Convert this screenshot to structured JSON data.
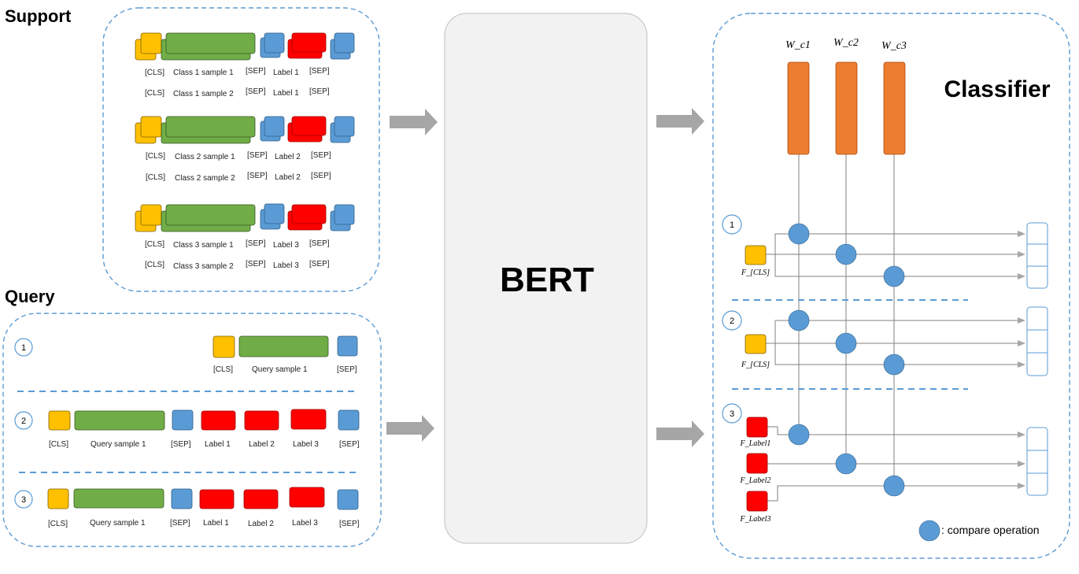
{
  "support": {
    "title": "Support",
    "rows": [
      {
        "cls": "[CLS]",
        "sample": "Class 1 sample 1",
        "sep1": "[SEP]",
        "label": "Label 1",
        "sep2": "[SEP]"
      },
      {
        "cls": "[CLS]",
        "sample": "Class 1 sample 2",
        "sep1": "[SEP]",
        "label": "Label 1",
        "sep2": "[SEP]"
      },
      {
        "cls": "[CLS]",
        "sample": "Class 2 sample 1",
        "sep1": "[SEP]",
        "label": "Label 2",
        "sep2": "[SEP]"
      },
      {
        "cls": "[CLS]",
        "sample": "Class 2 sample 2",
        "sep1": "[SEP]",
        "label": "Label 2",
        "sep2": "[SEP]"
      },
      {
        "cls": "[CLS]",
        "sample": "Class 3 sample 1",
        "sep1": "[SEP]",
        "label": "Label 3",
        "sep2": "[SEP]"
      },
      {
        "cls": "[CLS]",
        "sample": "Class 3 sample 2",
        "sep1": "[SEP]",
        "label": "Label 3",
        "sep2": "[SEP]"
      }
    ]
  },
  "query": {
    "title": "Query",
    "q1": {
      "num": "1",
      "cls": "[CLS]",
      "sample": "Query sample 1",
      "sep": "[SEP]"
    },
    "q2": {
      "num": "2",
      "cls": "[CLS]",
      "sample": "Query sample 1",
      "sep1": "[SEP]",
      "label1": "Label 1",
      "label2": "Label 2",
      "label3": "Label 3",
      "sep2": "[SEP]"
    },
    "q3": {
      "num": "3",
      "cls": "[CLS]",
      "sample": "Query sample 1",
      "sep1": "[SEP]",
      "label1": "Label 1",
      "label2": "Label 2",
      "label3": "Label 3",
      "sep2": "[SEP]"
    }
  },
  "bert": {
    "label": "BERT"
  },
  "classifier": {
    "title": "Classifier",
    "weights": [
      "W_c1",
      "W_c2",
      "W_c3"
    ],
    "sections": [
      {
        "num": "1",
        "features": [
          "F_[CLS]"
        ]
      },
      {
        "num": "2",
        "features": [
          "F_[CLS]"
        ]
      },
      {
        "num": "3",
        "features": [
          "F_Label1",
          "F_Label2",
          "F_Label3"
        ]
      }
    ],
    "legend": ": compare operation"
  },
  "colors": {
    "cls": "#FFC000",
    "sample": "#70AD47",
    "sep": "#5B9BD5",
    "label": "#FF0000",
    "weight": "#ED7D31",
    "arrow": "#A6A6A6",
    "dashed": "#5B9BD5",
    "node": "#5B9BD5",
    "bertFill": "#F2F2F2"
  }
}
